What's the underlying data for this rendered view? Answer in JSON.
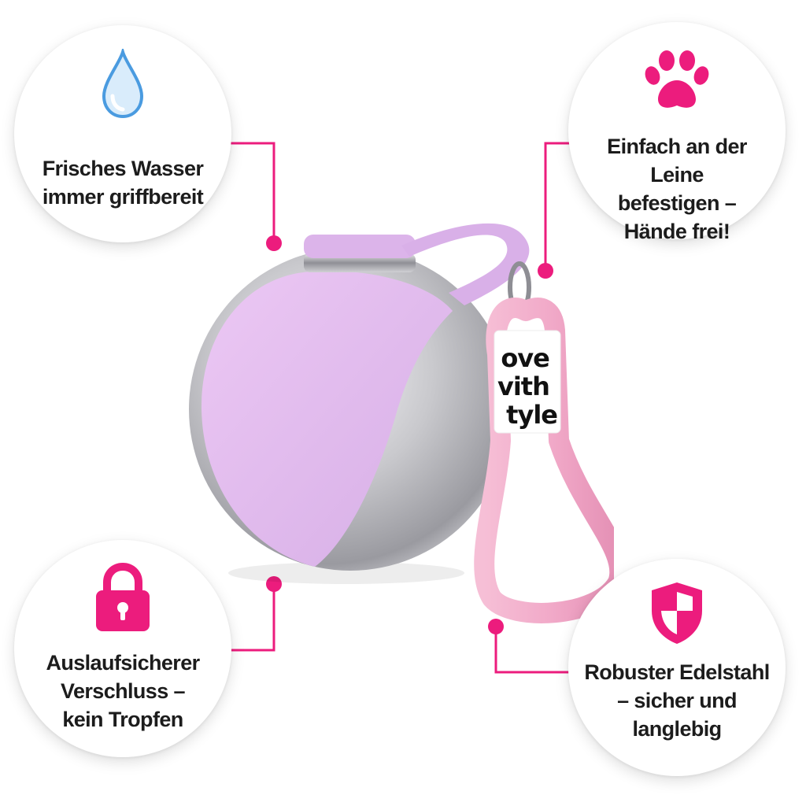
{
  "features": {
    "water": {
      "icon": "water-drop-icon",
      "lines": [
        "Frisches Wasser",
        "immer griffbereit"
      ]
    },
    "leash": {
      "icon": "paw-icon",
      "lines": [
        "Einfach an der Leine",
        "befestigen –",
        "Hände frei!"
      ]
    },
    "lock": {
      "icon": "padlock-icon",
      "lines": [
        "Auslaufsicherer",
        "Verschluss –",
        "kein Tropfen"
      ]
    },
    "steel": {
      "icon": "shield-icon",
      "lines": [
        "Robuster Edelstahl",
        "– sicher und",
        "langlebig"
      ]
    }
  },
  "product": {
    "tag_lines": [
      "ove",
      "vith",
      "tyle"
    ]
  },
  "colors": {
    "accent": "#ec1c7d",
    "silicone": "#e0b8ec",
    "rope": "#f1a9c8",
    "steel": "#c8c8cc",
    "drop": "#8fc4ee"
  }
}
